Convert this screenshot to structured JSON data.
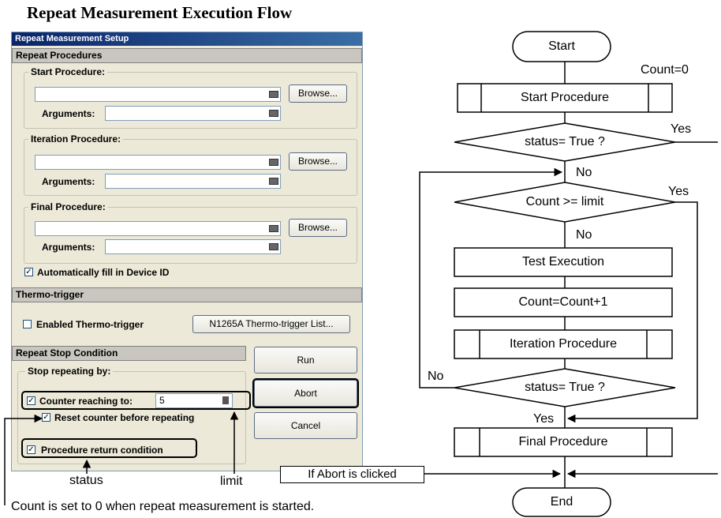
{
  "title": "Repeat Measurement Execution Flow",
  "dialog": {
    "window_title": "Repeat Measurement Setup",
    "repeat_procedures_header": "Repeat Procedures",
    "start_procedure": {
      "legend": "Start Procedure:",
      "path_value": "",
      "arguments_label": "Arguments:",
      "arguments_value": "",
      "browse_label": "Browse..."
    },
    "iteration_procedure": {
      "legend": "Iteration Procedure:",
      "path_value": "",
      "arguments_label": "Arguments:",
      "arguments_value": "",
      "browse_label": "Browse..."
    },
    "final_procedure": {
      "legend": "Final Procedure:",
      "path_value": "",
      "arguments_label": "Arguments:",
      "arguments_value": "",
      "browse_label": "Browse..."
    },
    "auto_fill_label": "Automatically fill in Device ID",
    "auto_fill_checked": true,
    "thermo_header": "Thermo-trigger",
    "thermo_enable_label": "Enabled Thermo-trigger",
    "thermo_enable_checked": false,
    "thermo_list_button": "N1265A Thermo-trigger List...",
    "stop_header": "Repeat Stop Condition",
    "stop_legend": "Stop repeating by:",
    "counter_label": "Counter reaching to:",
    "counter_checked": true,
    "counter_value": "5",
    "reset_label": "Reset counter before repeating",
    "reset_checked": true,
    "procedure_return_label": "Procedure return condition",
    "procedure_return_checked": true,
    "run_label": "Run",
    "abort_label": "Abort",
    "cancel_label": "Cancel"
  },
  "annotations": {
    "status": "status",
    "limit": "limit",
    "count_note": "Count is set to 0 when repeat measurement is started.",
    "abort_note": "If Abort is clicked"
  },
  "flowchart": {
    "start": "Start",
    "count_init": "Count=0",
    "start_procedure": "Start Procedure",
    "status_check_1": "status= True ?",
    "yes_1": "Yes",
    "no_1": "No",
    "count_check": "Count >= limit",
    "yes_2": "Yes",
    "no_2": "No",
    "test_execution": "Test Execution",
    "count_increment": "Count=Count+1",
    "iteration_procedure": "Iteration Procedure",
    "status_check_2": "status= True ?",
    "no_3": "No",
    "yes_3": "Yes",
    "final_procedure": "Final Procedure",
    "end": "End"
  }
}
